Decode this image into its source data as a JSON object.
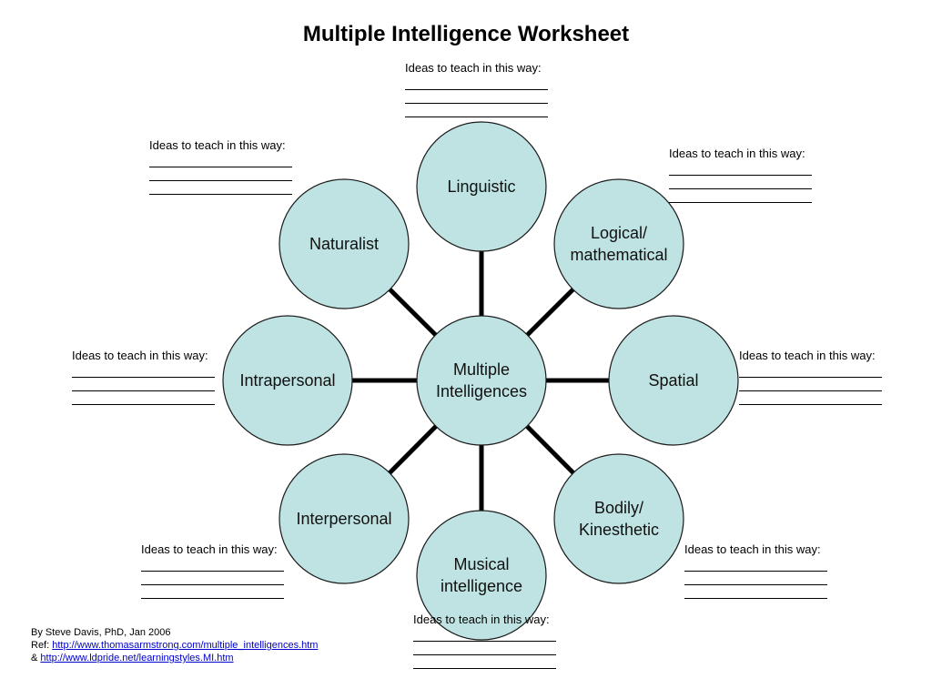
{
  "title": "Multiple Intelligence Worksheet",
  "prompt_label": "Ideas to teach in this way:",
  "answer_lines_per_prompt": 3,
  "colors": {
    "circle_fill": "#bfe3e3",
    "circle_stroke": "#1a1a1a",
    "connector": "#000000",
    "link": "#0000cc"
  },
  "center_lines": [
    "Multiple",
    "Intelligences"
  ],
  "intelligences": [
    {
      "id": "linguistic",
      "lines": [
        "Linguistic"
      ]
    },
    {
      "id": "logical",
      "lines": [
        "Logical/",
        "mathematical"
      ]
    },
    {
      "id": "spatial",
      "lines": [
        "Spatial"
      ]
    },
    {
      "id": "bodily",
      "lines": [
        "Bodily/",
        "Kinesthetic"
      ]
    },
    {
      "id": "musical",
      "lines": [
        "Musical",
        "intelligence"
      ]
    },
    {
      "id": "interpersonal",
      "lines": [
        "Interpersonal"
      ]
    },
    {
      "id": "intrapersonal",
      "lines": [
        "Intrapersonal"
      ]
    },
    {
      "id": "naturalist",
      "lines": [
        "Naturalist"
      ]
    }
  ],
  "footer": {
    "author": "By Steve Davis, PhD, Jan 2006",
    "ref_prefix": "Ref: ",
    "ref_url": "http://www.thomasarmstrong.com/multiple_intelligences.htm",
    "amp": "& ",
    "ref2_url": "http://www.ldpride.net/learningstyles.MI.htm"
  }
}
